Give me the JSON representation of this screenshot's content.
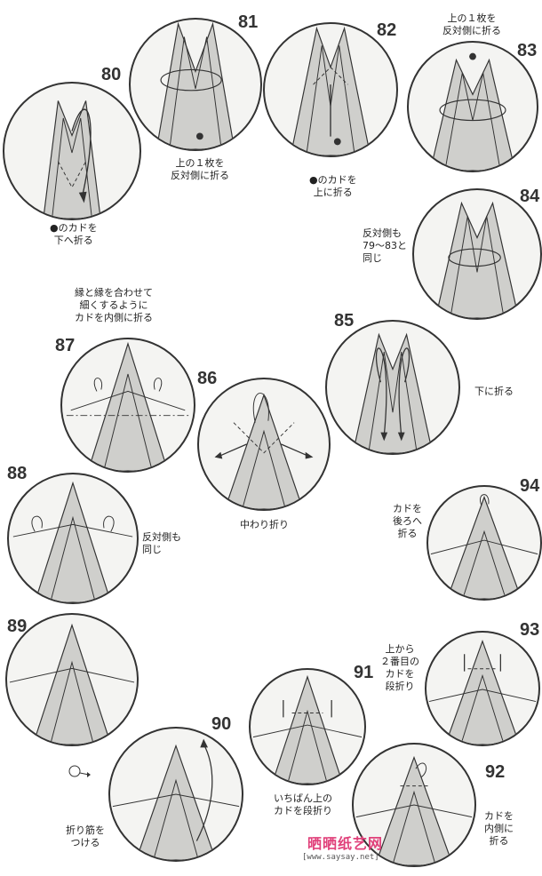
{
  "steps": {
    "s80": "80",
    "s81": "81",
    "s82": "82",
    "s83": "83",
    "s84": "84",
    "s85": "85",
    "s86": "86",
    "s87": "87",
    "s88": "88",
    "s89": "89",
    "s90": "90",
    "s91": "91",
    "s92": "92",
    "s93": "93",
    "s94": "94"
  },
  "notes": {
    "n80": "●のカドを\n下へ折る",
    "n81": "上の１枚を\n反対側に折る",
    "n82": "●のカドを\n上に折る",
    "n83": "上の１枚を\n反対側に折る",
    "n84": "反対側も\n79～83と\n同じ",
    "n85": "下に折る",
    "n86": "中わり折り",
    "n87": "縁と縁を合わせて\n細くするように\nカドを内側に折る",
    "n88": "反対側も\n同じ",
    "n90": "折り筋を\nつける",
    "n91": "いちばん上の\nカドを段折り",
    "n92": "カドを\n内側に\n折る",
    "n93": "上から\n２番目の\nカドを\n段折り",
    "n94": "カドを\n後ろへ\n折る"
  },
  "brand": {
    "name": "晒晒纸艺网",
    "url": "[www.saysay.net]"
  },
  "colors": {
    "paper": "#f4f4f2",
    "line": "#333333",
    "shade": "#cfcfcc",
    "brand": "#e0407a"
  }
}
